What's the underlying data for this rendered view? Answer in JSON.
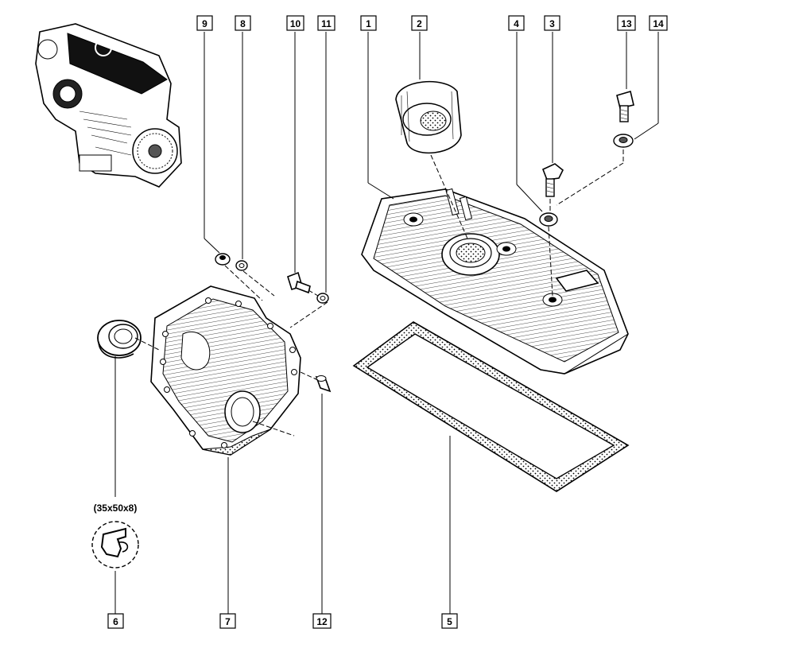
{
  "callouts": [
    {
      "id": "9",
      "label": "9"
    },
    {
      "id": "8",
      "label": "8"
    },
    {
      "id": "10",
      "label": "10"
    },
    {
      "id": "11",
      "label": "11"
    },
    {
      "id": "1",
      "label": "1"
    },
    {
      "id": "2",
      "label": "2"
    },
    {
      "id": "4",
      "label": "4"
    },
    {
      "id": "3",
      "label": "3"
    },
    {
      "id": "13",
      "label": "13"
    },
    {
      "id": "14",
      "label": "14"
    },
    {
      "id": "6",
      "label": "6"
    },
    {
      "id": "7",
      "label": "7"
    },
    {
      "id": "12",
      "label": "12"
    },
    {
      "id": "5",
      "label": "5"
    }
  ],
  "seal_dimension": "(35x50x8)"
}
